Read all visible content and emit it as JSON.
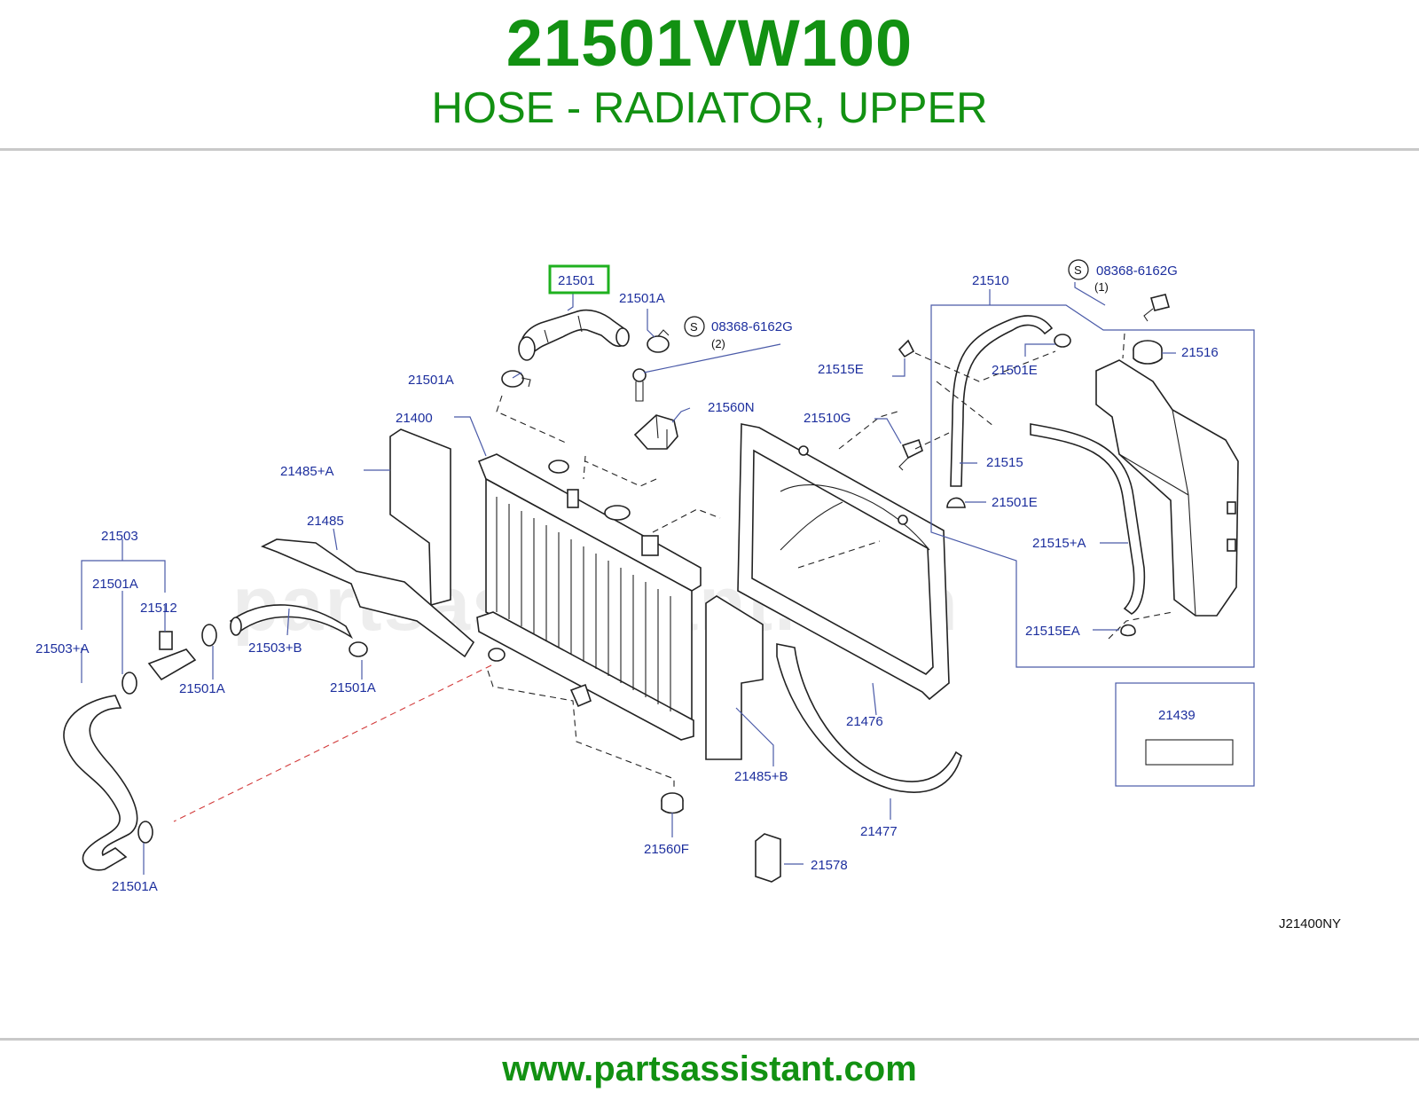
{
  "header": {
    "part_number": "21501VW100",
    "part_name": "HOSE - RADIATOR, UPPER"
  },
  "footer": {
    "url": "www.partsassistant.com"
  },
  "watermark": "partsassistant.com",
  "diagram_code": "J21400NY",
  "highlight_color": "#1fb11f",
  "brand_color": "#129112",
  "callout_color": "#1d2f9e",
  "callouts": {
    "c21501": "21501",
    "c21501A_top": "21501A",
    "c08368_a": "08368-6162G",
    "c08368_a_qty": "(2)",
    "c21501A_left": "21501A",
    "c21560N": "21560N",
    "c21400": "21400",
    "c21485A": "21485+A",
    "c21485": "21485",
    "c21503": "21503",
    "c21501A_3": "21501A",
    "c21512": "21512",
    "c21503A": "21503+A",
    "c21503B": "21503+B",
    "c21501A_4": "21501A",
    "c21501A_5": "21501A",
    "c21501A_bottom": "21501A",
    "c21560F": "21560F",
    "c21578": "21578",
    "c21485B": "21485+B",
    "c21476": "21476",
    "c21477": "21477",
    "c21510": "21510",
    "c08368_b": "08368-6162G",
    "c08368_b_qty": "(1)",
    "c21515E": "21515E",
    "c21501E_top": "21501E",
    "c21516": "21516",
    "c21510G": "21510G",
    "c21515": "21515",
    "c21501E_bottom": "21501E",
    "c21515A": "21515+A",
    "c21515EA": "21515EA",
    "c21439": "21439",
    "s_symbol": "S"
  }
}
